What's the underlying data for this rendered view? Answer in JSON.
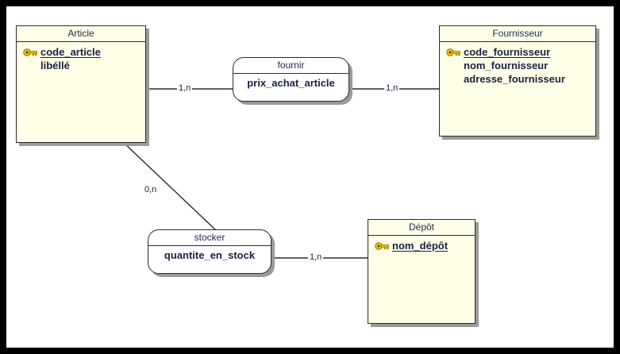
{
  "diagram": {
    "type": "entity-relationship-diagram",
    "title": "",
    "colors": {
      "frame": "#000000",
      "canvas": "#ffffff",
      "entity_fill": "#ffffe8",
      "relation_fill": "#ffffff",
      "border": "#2b2b2b",
      "shadow": "#9a9a96",
      "title_text": "#1b2a4a",
      "attribute_text": "#16213f",
      "key_icon": "#f2cb00"
    },
    "entities": [
      {
        "id": "article",
        "name": "Article",
        "attributes": [
          {
            "label": "code_article",
            "key": true
          },
          {
            "label": "libéllé",
            "key": false
          }
        ]
      },
      {
        "id": "fournisseur",
        "name": "Fournisseur",
        "attributes": [
          {
            "label": "code_fournisseur",
            "key": true
          },
          {
            "label": "nom_fournisseur",
            "key": false
          },
          {
            "label": "adresse_fournisseur",
            "key": false
          }
        ]
      },
      {
        "id": "depot",
        "name": "Dépôt",
        "attributes": [
          {
            "label": "nom_dépôt",
            "key": true
          }
        ]
      }
    ],
    "relationships": [
      {
        "id": "fournir",
        "name": "fournir",
        "attribute": "prix_achat_article"
      },
      {
        "id": "stocker",
        "name": "stocker",
        "attribute": "quantite_en_stock"
      }
    ],
    "links": [
      {
        "id": "article-fournir",
        "from": "Article",
        "to": "fournir",
        "cardinality": "1,n"
      },
      {
        "id": "fournir-fournisseur",
        "from": "fournir",
        "to": "Fournisseur",
        "cardinality": "1,n"
      },
      {
        "id": "article-stocker",
        "from": "Article",
        "to": "stocker",
        "cardinality": "0,n"
      },
      {
        "id": "stocker-depot",
        "from": "stocker",
        "to": "Dépôt",
        "cardinality": "1,n"
      }
    ]
  }
}
